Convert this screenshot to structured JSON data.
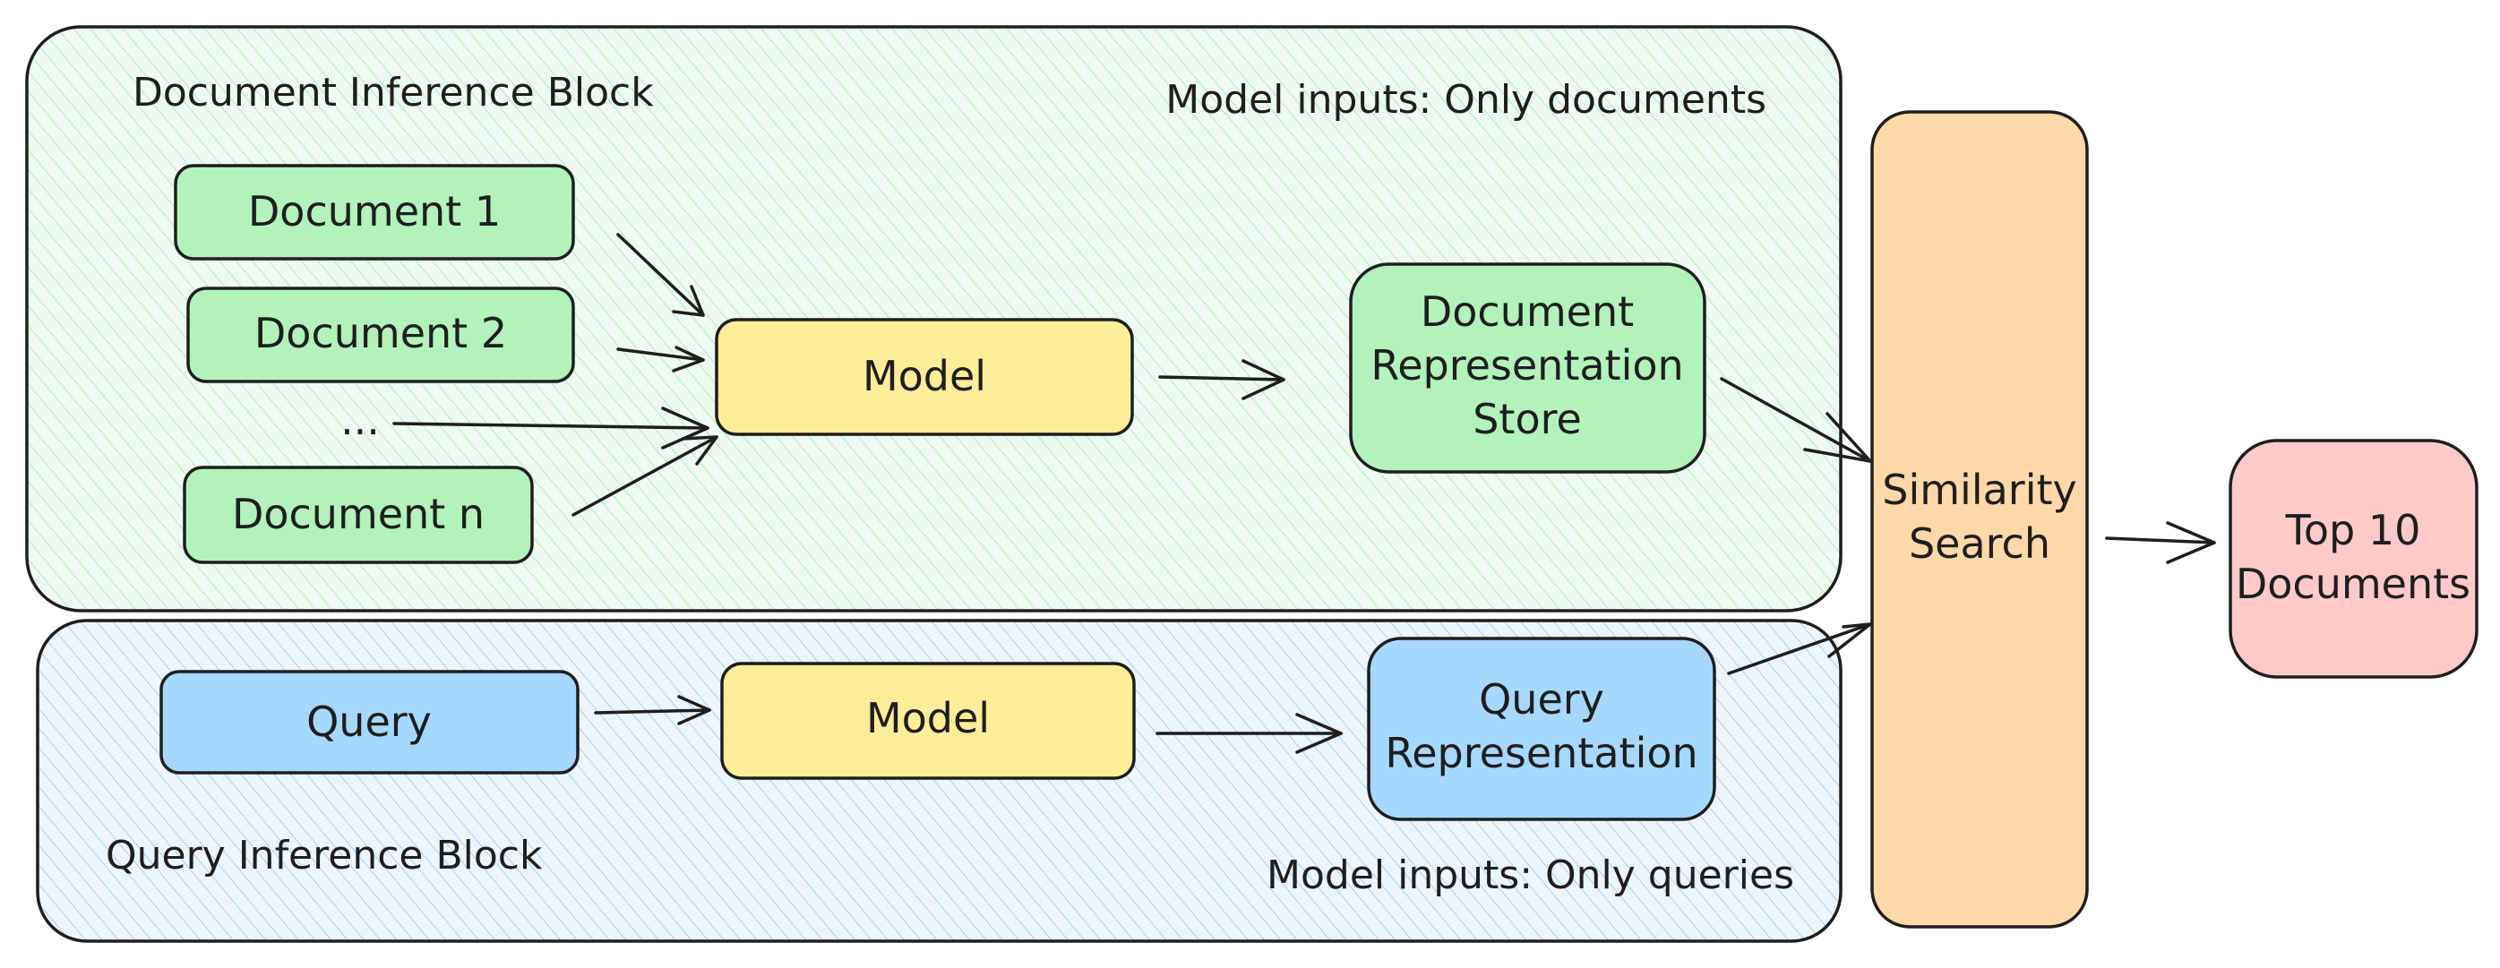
{
  "colors": {
    "doc_block_fill": "#eaf7ec",
    "doc_block_hatch": "#b2ebbd",
    "query_block_fill": "#e9f2fb",
    "query_block_hatch": "#a8d1f5",
    "green": "#b2f2bb",
    "yellow": "#ffec99",
    "blue": "#a5d8ff",
    "orange": "#ffd8a8",
    "pink": "#ffc9c9",
    "stroke": "#1e1e1e"
  },
  "document_block": {
    "title": "Document Inference Block",
    "note": "Model inputs: Only documents",
    "documents": [
      "Document 1",
      "Document 2",
      "...",
      "Document n"
    ],
    "model": "Model",
    "store": [
      "Document",
      "Representation",
      "Store"
    ]
  },
  "query_block": {
    "title": "Query Inference Block",
    "note": "Model inputs: Only queries",
    "query": "Query",
    "model": "Model",
    "representation": [
      "Query",
      "Representation"
    ]
  },
  "similarity": [
    "Similarity",
    "Search"
  ],
  "result": [
    "Top 10",
    "Documents"
  ]
}
